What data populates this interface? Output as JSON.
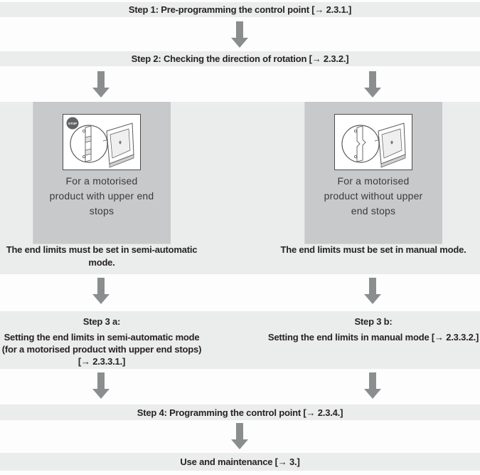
{
  "colors": {
    "band_bg": "#ebecec",
    "box_bg": "#c7c9ca",
    "arrow": "#8b8e8f",
    "text": "#272324",
    "caption_text": "#3a3a3a",
    "stop_badge_bg": "#5f6365"
  },
  "icons": {
    "flow_arrow": "down-arrow",
    "stop_badge": "STOP"
  },
  "bars": {
    "step1": {
      "bold": "Step 1:",
      "rest": " Pre-programming the control point [→ 2.3.1.]"
    },
    "step2": {
      "bold": "Step 2:",
      "rest": " Checking the direction of rotation [→ 2.3.2.]"
    },
    "step4": {
      "bold": "Step 4:",
      "rest": " Programming the control point [→ 2.3.4.]"
    },
    "final": {
      "text": "Use and maintenance [→ 3.]"
    }
  },
  "branches": {
    "left": {
      "stop_badge": "STOP",
      "caption_lines": [
        "For a motorised",
        "product with upper end",
        "stops"
      ],
      "note_lines": [
        "The end limits must be set in semi-automatic",
        "mode."
      ],
      "step3_title": "Step 3 a:",
      "step3_lines": [
        "Setting the end limits in semi-automatic mode",
        "(for a motorised product with upper end stops)",
        "[→ 2.3.3.1.]"
      ]
    },
    "right": {
      "caption_lines": [
        "For a motorised",
        "product without upper",
        "end stops"
      ],
      "note_lines": [
        "The end limits must be set in manual mode."
      ],
      "step3_title": "Step 3 b:",
      "step3_lines": [
        "Setting the end limits in manual mode [→ 2.3.3.2.]"
      ]
    }
  }
}
